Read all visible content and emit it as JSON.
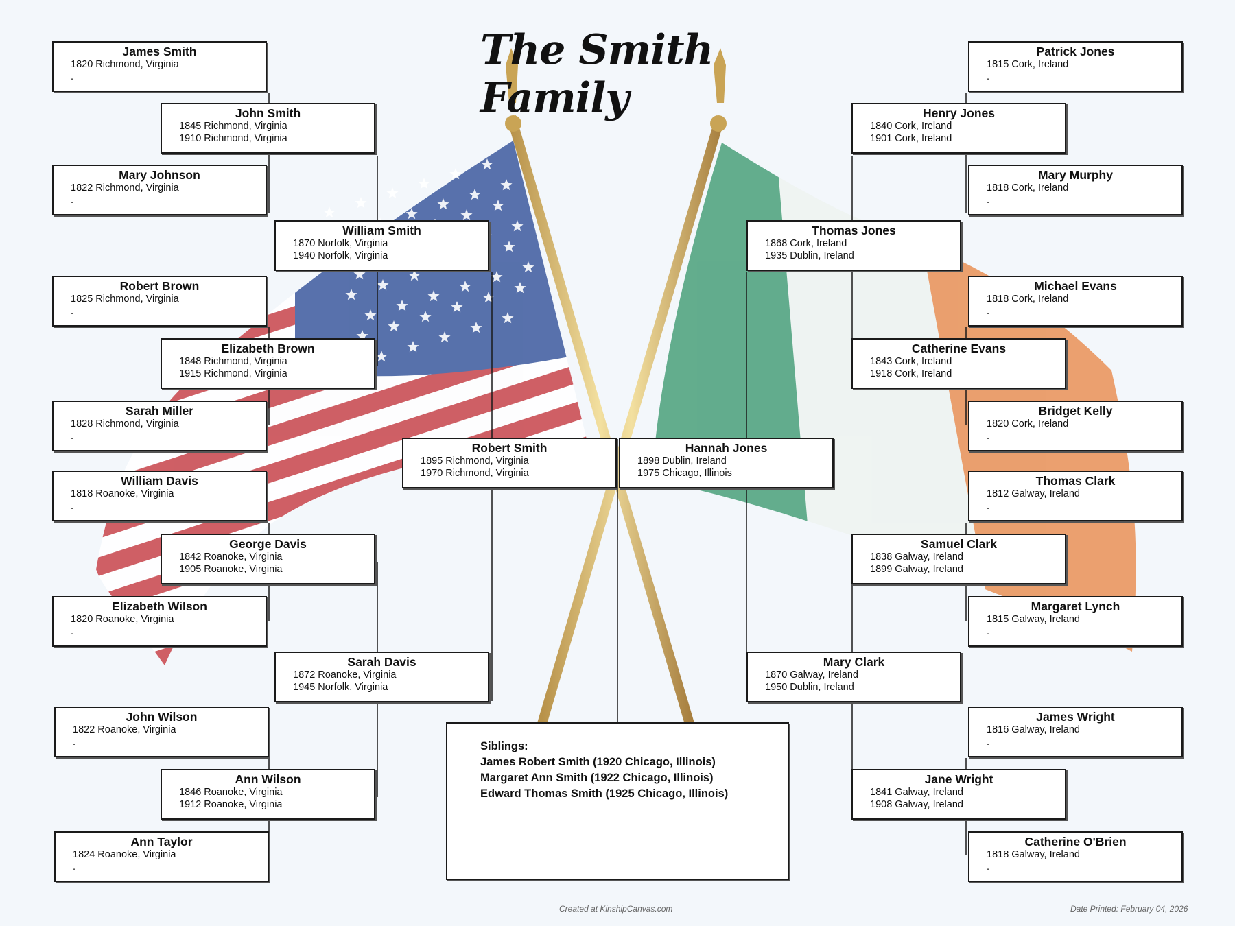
{
  "title": "The Smith Family",
  "colors": {
    "us_red": "#c8454b",
    "us_blue": "#3c5a9e",
    "ie_green": "#3f9a72",
    "ie_orange": "#e88a4c",
    "pole": "#d8b968"
  },
  "people": {
    "p1": {
      "name": "James Smith",
      "line1": "1820 Richmond, Virginia",
      "line2": "."
    },
    "p2": {
      "name": "John Smith",
      "line1": "1845 Richmond, Virginia",
      "line2": "1910 Richmond, Virginia"
    },
    "p3": {
      "name": "Mary Johnson",
      "line1": "1822 Richmond, Virginia",
      "line2": "."
    },
    "p4": {
      "name": "William Smith",
      "line1": "1870 Norfolk, Virginia",
      "line2": "1940 Norfolk, Virginia"
    },
    "p5": {
      "name": "Robert Brown",
      "line1": "1825 Richmond, Virginia",
      "line2": "."
    },
    "p6": {
      "name": "Elizabeth Brown",
      "line1": "1848 Richmond, Virginia",
      "line2": "1915 Richmond, Virginia"
    },
    "p7": {
      "name": "Sarah Miller",
      "line1": "1828 Richmond, Virginia",
      "line2": "."
    },
    "p8": {
      "name": "William Davis",
      "line1": "1818 Roanoke, Virginia",
      "line2": "."
    },
    "p9": {
      "name": "George Davis",
      "line1": "1842 Roanoke, Virginia",
      "line2": "1905 Roanoke, Virginia"
    },
    "p10": {
      "name": "Elizabeth Wilson",
      "line1": "1820 Roanoke, Virginia",
      "line2": "."
    },
    "p11": {
      "name": "Sarah Davis",
      "line1": "1872 Roanoke, Virginia",
      "line2": "1945 Norfolk, Virginia"
    },
    "p12": {
      "name": "John Wilson",
      "line1": "1822 Roanoke, Virginia",
      "line2": "."
    },
    "p13": {
      "name": "Ann Wilson",
      "line1": "1846 Roanoke, Virginia",
      "line2": "1912 Roanoke, Virginia"
    },
    "p14": {
      "name": "Ann Taylor",
      "line1": "1824 Roanoke, Virginia",
      "line2": "."
    },
    "p15": {
      "name": "Robert Smith",
      "line1": "1895 Richmond, Virginia",
      "line2": "1970 Richmond, Virginia"
    },
    "p16": {
      "name": "Hannah Jones",
      "line1": "1898 Dublin, Ireland",
      "line2": "1975 Chicago, Illinois"
    },
    "p17": {
      "name": "Patrick Jones",
      "line1": "1815 Cork, Ireland",
      "line2": "."
    },
    "p18": {
      "name": "Henry Jones",
      "line1": "1840 Cork, Ireland",
      "line2": "1901 Cork, Ireland"
    },
    "p19": {
      "name": "Mary Murphy",
      "line1": "1818 Cork, Ireland",
      "line2": "."
    },
    "p20": {
      "name": "Thomas Jones",
      "line1": "1868 Cork, Ireland",
      "line2": "1935 Dublin, Ireland"
    },
    "p21": {
      "name": "Michael Evans",
      "line1": "1818 Cork, Ireland",
      "line2": "."
    },
    "p22": {
      "name": "Catherine Evans",
      "line1": "1843 Cork, Ireland",
      "line2": "1918 Cork, Ireland"
    },
    "p23": {
      "name": "Bridget Kelly",
      "line1": "1820 Cork, Ireland",
      "line2": "."
    },
    "p24": {
      "name": "Thomas Clark",
      "line1": "1812 Galway, Ireland",
      "line2": "."
    },
    "p25": {
      "name": "Samuel Clark",
      "line1": "1838 Galway, Ireland",
      "line2": "1899 Galway, Ireland"
    },
    "p26": {
      "name": "Margaret Lynch",
      "line1": "1815 Galway, Ireland",
      "line2": "."
    },
    "p27": {
      "name": "Mary Clark",
      "line1": "1870 Galway, Ireland",
      "line2": "1950 Dublin, Ireland"
    },
    "p28": {
      "name": "James Wright",
      "line1": "1816 Galway, Ireland",
      "line2": "."
    },
    "p29": {
      "name": "Jane Wright",
      "line1": "1841 Galway, Ireland",
      "line2": "1908 Galway, Ireland"
    },
    "p30": {
      "name": "Catherine O'Brien",
      "line1": "1818 Galway, Ireland",
      "line2": "."
    }
  },
  "siblings": {
    "heading": "Siblings:",
    "s1": "James Robert Smith (1920 Chicago, Illinois)",
    "s2": "Margaret Ann Smith (1922 Chicago, Illinois)",
    "s3": "Edward Thomas Smith (1925 Chicago, Illinois)"
  },
  "footer": {
    "created": "Created at KinshipCanvas.com",
    "printed": "Date Printed: February 04, 2026"
  }
}
